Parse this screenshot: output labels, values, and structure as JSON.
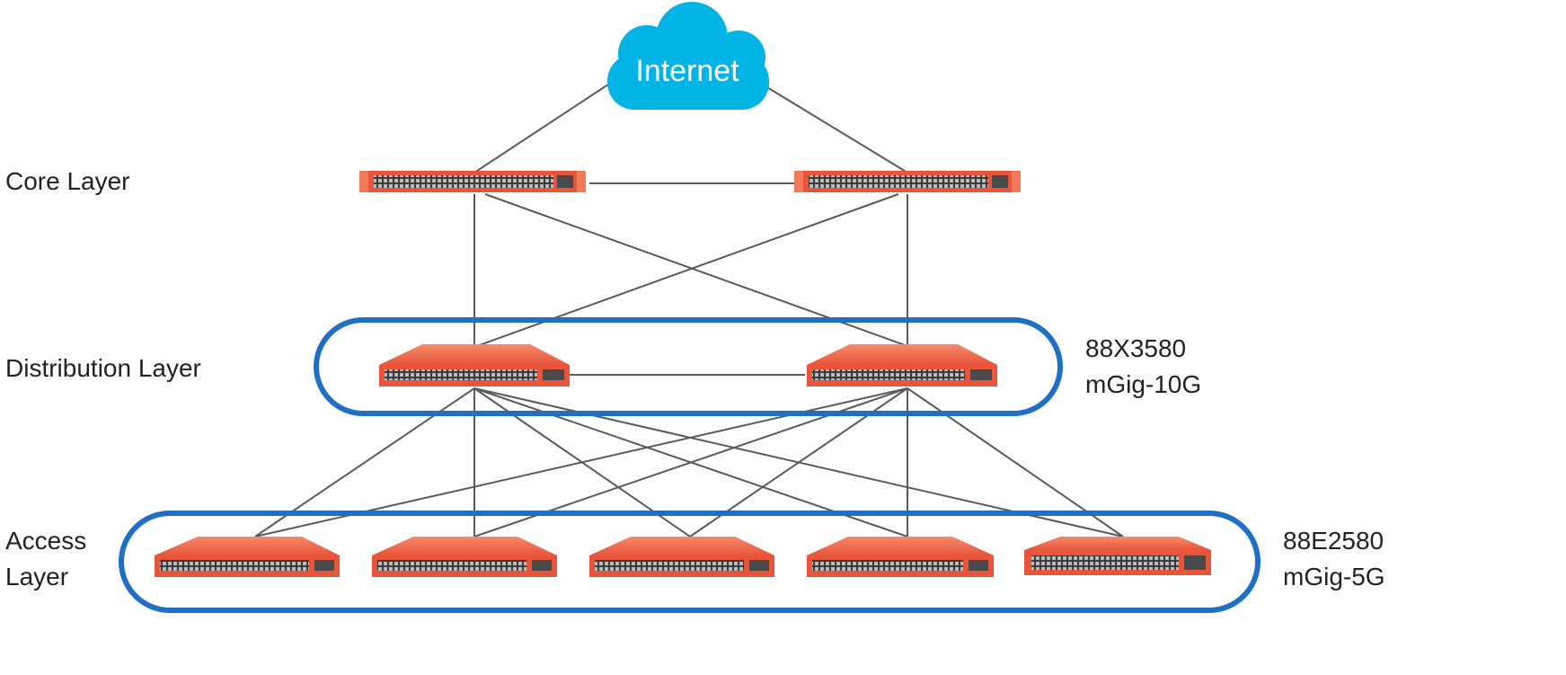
{
  "cloud": {
    "label": "Internet"
  },
  "layers": {
    "core": "Core Layer",
    "distribution": "Distribution Layer",
    "access_line1": "Access",
    "access_line2": "Layer"
  },
  "distribution_model": {
    "line1": "88X3580",
    "line2": "mGig-10G"
  },
  "access_model": {
    "line1": "88E2580",
    "line2": "mGig-5G"
  },
  "colors": {
    "cloud": "#00b4e6",
    "switch": "#e8553a",
    "switch_light": "#f07a5a",
    "group_outline": "#1f6fc4",
    "link": "#5a5a5a"
  }
}
